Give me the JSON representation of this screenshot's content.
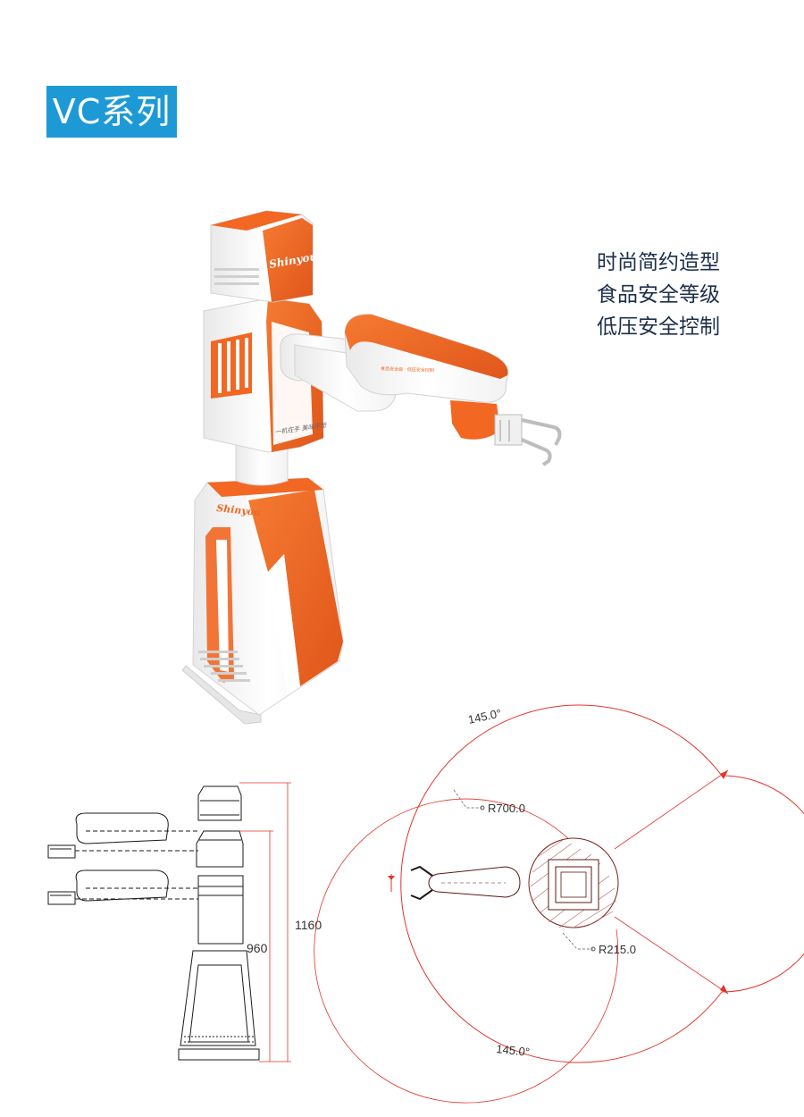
{
  "header": {
    "series_label": "VC系列"
  },
  "features": [
    "时尚简约造型",
    "食品安全等级",
    "低压安全控制"
  ],
  "robot": {
    "brand_logo": "Shinyou",
    "slogan": "一机在手 美味不愁",
    "arm_text": "食品安全级 · 低压安全控制"
  },
  "side_drawing": {
    "total_height": "1160",
    "base_height": "960"
  },
  "top_drawing": {
    "angle_top": "145.0°",
    "angle_bottom": "145.0°",
    "outer_radius": "R700.0",
    "inner_radius": "R215.0"
  },
  "colors": {
    "accent_orange": "#f26722",
    "badge_blue": "#1d9ad6",
    "text_navy": "#1e2f4a",
    "dimension_red": "#e2352a",
    "body_white": "#f6f6f6"
  }
}
